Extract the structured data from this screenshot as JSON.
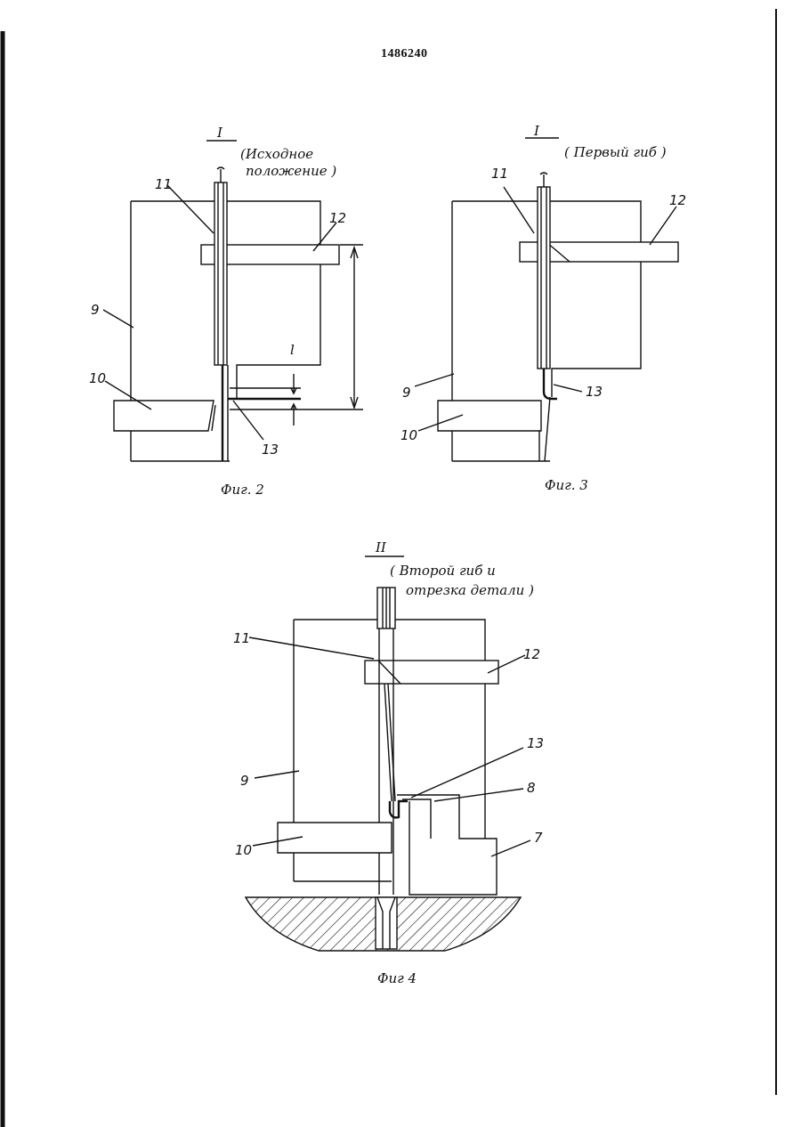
{
  "doc": {
    "number": "1486240"
  },
  "fig2": {
    "section": "I",
    "note1": "(Исходное",
    "note2": "положение )",
    "caption": "Фиг. 2",
    "labels": {
      "l11": "11",
      "l12": "12",
      "l9": "9",
      "l10": "10",
      "l13": "13",
      "ldim": "l"
    }
  },
  "fig3": {
    "section": "I",
    "note": "( Первый гиб )",
    "caption": "Фиг. 3",
    "labels": {
      "l11": "11",
      "l12": "12",
      "l9": "9",
      "l10": "10",
      "l13": "13"
    }
  },
  "fig4": {
    "section": "II",
    "note1": "( Второй гиб и",
    "note2": "отрезка детали )",
    "caption": "Фиг 4",
    "labels": {
      "l11": "11",
      "l12": "12",
      "l13": "13",
      "l8": "8",
      "l9": "9",
      "l10": "10",
      "l7": "7"
    }
  }
}
